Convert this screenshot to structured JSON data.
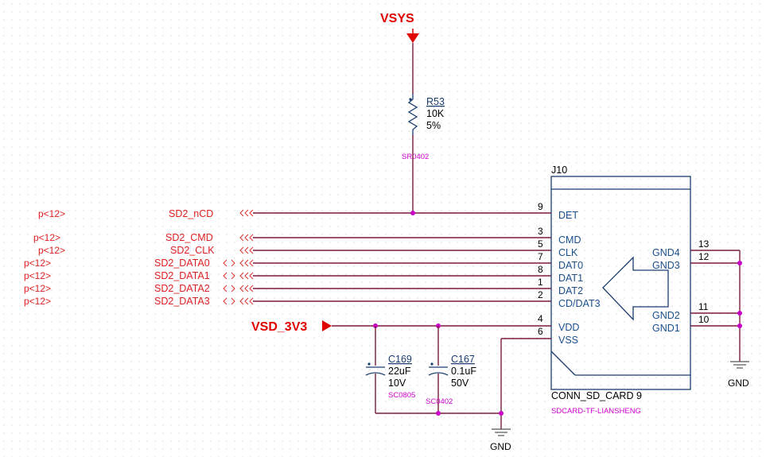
{
  "power": {
    "vsys": "VSYS",
    "vsd": "VSD_3V3"
  },
  "ground": {
    "left": "GND",
    "right": "GND"
  },
  "resistor": {
    "ref": "R53",
    "value": "10K",
    "tolerance": "5%",
    "footprint": "SR0402"
  },
  "cap1": {
    "ref": "C169",
    "value": "22uF",
    "voltage": "10V",
    "footprint": "SC0805"
  },
  "cap2": {
    "ref": "C167",
    "value": "0.1uF",
    "voltage": "50V",
    "footprint": "SC0402"
  },
  "connector": {
    "ref": "J10",
    "name": "CONN_SD_CARD 9",
    "footprint": "SDCARD-TF-LIANSHENG",
    "left_pins": [
      {
        "num": "9",
        "name": "DET"
      },
      {
        "num": "3",
        "name": "CMD"
      },
      {
        "num": "5",
        "name": "CLK"
      },
      {
        "num": "7",
        "name": "DAT0"
      },
      {
        "num": "8",
        "name": "DAT1"
      },
      {
        "num": "1",
        "name": "DAT2"
      },
      {
        "num": "2",
        "name": "CD/DAT3"
      },
      {
        "num": "4",
        "name": "VDD"
      },
      {
        "num": "6",
        "name": "VSS"
      }
    ],
    "right_pins": [
      {
        "num": "13",
        "name": "GND4"
      },
      {
        "num": "12",
        "name": "GND3"
      },
      {
        "num": "11",
        "name": "GND2"
      },
      {
        "num": "10",
        "name": "GND1"
      }
    ]
  },
  "nets": [
    {
      "page": "p<12>",
      "name": "SD2_nCD"
    },
    {
      "page": "p<12>",
      "name": "SD2_CMD"
    },
    {
      "page": "p<12>",
      "name": "SD2_CLK"
    },
    {
      "page": "p<12>",
      "name": "SD2_DATA0"
    },
    {
      "page": "p<12>",
      "name": "SD2_DATA1"
    },
    {
      "page": "p<12>",
      "name": "SD2_DATA2"
    },
    {
      "page": "p<12>",
      "name": "SD2_DATA3"
    }
  ]
}
